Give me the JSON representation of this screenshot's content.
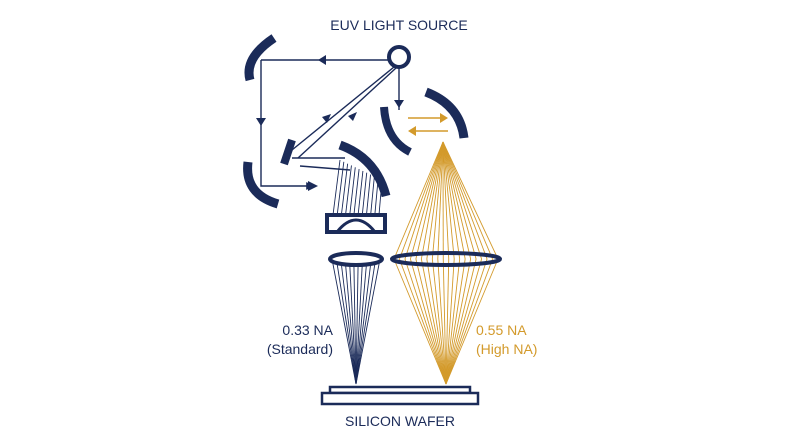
{
  "diagram": {
    "title_source": "EUV LIGHT SOURCE",
    "label_wafer": "SILICON WAFER",
    "standard": {
      "na": "0.33 NA",
      "name": "(Standard)"
    },
    "high_na": {
      "na": "0.55 NA",
      "name": "(High NA)"
    }
  },
  "colors": {
    "navy": "#1b2b59",
    "gold": "#d39a2b",
    "background": "#ffffff"
  }
}
